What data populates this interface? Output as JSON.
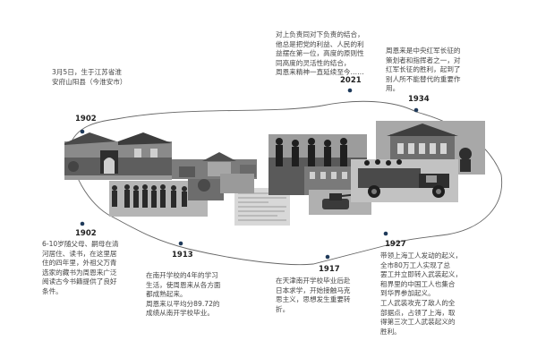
{
  "timeline": [
    {
      "year": "1902",
      "text": "3月5日，生于江苏省淮\n安府山阳县（今淮安市）"
    },
    {
      "year": "1902",
      "text": "6-10岁随父母、嗣母在清\n河居住、读书，在这里居\n住的四年里，外祖父万青\n选家的藏书为周恩来广泛\n阅读古今书籍提供了良好\n条件。"
    },
    {
      "year": "1913",
      "text": "在南开学校的4年的学习\n生活，使周恩来从各方面\n都成熟起来。\n周恩来以平均分89.72的\n成绩从南开学校毕业。"
    },
    {
      "year": "1917",
      "text": "在天津南开学校毕业后赴\n日本求学，开始接触马克\n思主义，思想发生重要转\n折。"
    },
    {
      "year": "1927",
      "text": "带领上海工人发动的起义，\n全市80万工人实现了总\n罢工并立即转入武装起义，\n租界里的中国工人也集合\n到华界参加起义。\n工人武装攻克了敌人的全\n部据点，占领了上海，取\n得第三次工人武装起义的\n胜利。"
    },
    {
      "year": "1934",
      "text": "周恩来是中央红军长征的\n策划者和指挥者之一，对\n红军长征的胜利，起到了\n别人所不能替代的重要作\n用。"
    },
    {
      "year": "2021",
      "text": "对上负责同对下负责的结合，\n他总是把党的利益、人民的利\n益摆在第一位，高度的原则性\n同高度的灵活性的结合，\n周恩来精神一直延续至今……"
    }
  ],
  "colors": {
    "path": "#555555",
    "dot": "#1f3a5a",
    "photo_dark": "#3a3a3a",
    "photo_mid": "#7a7a7a",
    "photo_light": "#b8b8b8"
  }
}
